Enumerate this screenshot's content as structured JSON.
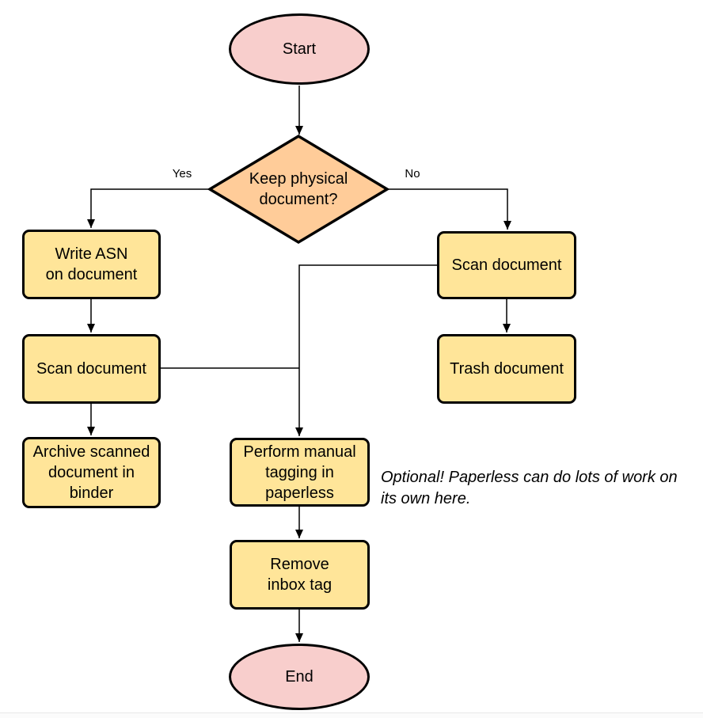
{
  "diagram": {
    "nodes": {
      "start": "Start",
      "decision": "Keep physical\ndocument?",
      "write_asn": "Write ASN\non document",
      "scan_left": "Scan document",
      "archive": "Archive scanned\ndocument in\nbinder",
      "scan_right": "Scan document",
      "trash": "Trash document",
      "perform_tagging": "Perform manual\ntagging in\npaperless",
      "remove_inbox": "Remove\ninbox tag",
      "end": "End"
    },
    "edges": [
      {
        "from": "start",
        "to": "decision",
        "label": ""
      },
      {
        "from": "decision",
        "to": "write_asn",
        "label": "Yes"
      },
      {
        "from": "decision",
        "to": "scan_right",
        "label": "No"
      },
      {
        "from": "write_asn",
        "to": "scan_left",
        "label": ""
      },
      {
        "from": "scan_left",
        "to": "archive",
        "label": ""
      },
      {
        "from": "scan_right",
        "to": "trash",
        "label": ""
      },
      {
        "from": "scan_right",
        "to": "perform_tagging",
        "label": ""
      },
      {
        "from": "scan_left",
        "to": "perform_tagging",
        "label": ""
      },
      {
        "from": "perform_tagging",
        "to": "remove_inbox",
        "label": ""
      },
      {
        "from": "remove_inbox",
        "to": "end",
        "label": ""
      }
    ],
    "note": "Optional! Paperless can do lots of work on\nits own here.",
    "colors": {
      "terminator_fill": "#F8CECC",
      "decision_fill": "#FFCC99",
      "process_fill": "#FFE599",
      "stroke": "#000000",
      "connector": "#000000"
    }
  }
}
